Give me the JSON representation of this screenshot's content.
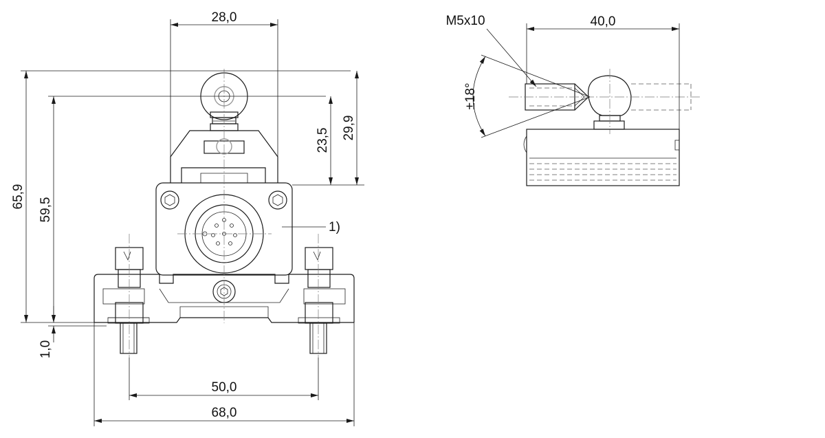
{
  "dimensions": {
    "top_width": "28,0",
    "side_depth": "40,0",
    "total_height": "65,9",
    "height_to_fix": "59,5",
    "lever_height": "23,5",
    "lever_total": "29,9",
    "base_offset": "1,0",
    "hole_spacing": "50,0",
    "base_width": "68,0",
    "screw_label": "M5x10",
    "angle": "±18°",
    "note_marker": "1)"
  }
}
